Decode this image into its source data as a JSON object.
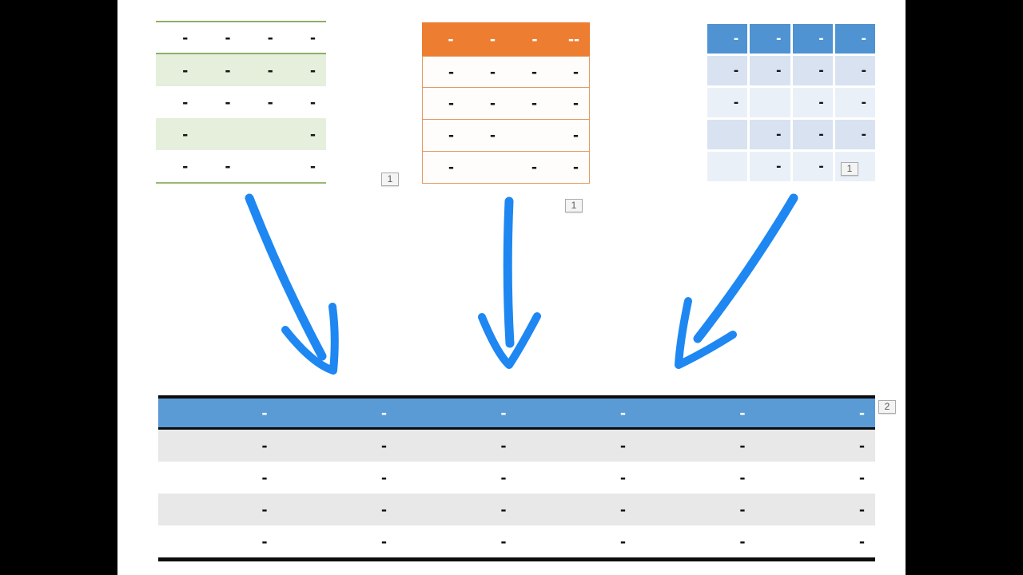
{
  "canvas": {
    "letterbox_color": "#000000",
    "content_bg": "#ffffff",
    "arrow_color": "#1e87f2"
  },
  "badges": {
    "source_green": "1",
    "source_orange": "1",
    "source_blue": "1",
    "merged": "2"
  },
  "tables": {
    "green": {
      "colors": {
        "border": "#8fae67",
        "band": "#e5efdb"
      },
      "header": [
        "-",
        "-",
        "-",
        "-"
      ],
      "rows": [
        [
          "-",
          "-",
          "-",
          "-"
        ],
        [
          "-",
          "-",
          "-",
          "-"
        ],
        [
          "-",
          "",
          "",
          "-"
        ],
        [
          "-",
          "-",
          "",
          "-"
        ]
      ]
    },
    "orange": {
      "colors": {
        "header_bg": "#ed7d31",
        "border": "#e49a62"
      },
      "header": [
        "-",
        "-",
        "-",
        "--"
      ],
      "rows": [
        [
          "-",
          "-",
          "-",
          "-"
        ],
        [
          "-",
          "-",
          "-",
          "-"
        ],
        [
          "-",
          "-",
          "",
          "-"
        ],
        [
          "-",
          "",
          "-",
          "-"
        ]
      ]
    },
    "blue": {
      "colors": {
        "header_bg": "#4f93d2",
        "band_dark": "#d9e2f0",
        "band_light": "#eaf0f8"
      },
      "header": [
        "-",
        "-",
        "-",
        "-"
      ],
      "rows": [
        [
          "-",
          "-",
          "-",
          "-"
        ],
        [
          "-",
          "",
          "-",
          "-"
        ],
        [
          "",
          "-",
          "-",
          "-"
        ],
        [
          "",
          "-",
          "-",
          ""
        ]
      ]
    },
    "merged": {
      "colors": {
        "header_bg": "#5b9bd5",
        "band": "#e8e8e8",
        "rule": "#0d0d0d"
      },
      "header": [
        "-",
        "-",
        "-",
        "-",
        "-",
        "-"
      ],
      "rows": [
        [
          "-",
          "-",
          "-",
          "-",
          "-",
          "-"
        ],
        [
          "-",
          "-",
          "-",
          "-",
          "-",
          "-"
        ],
        [
          "-",
          "-",
          "-",
          "-",
          "-",
          "-"
        ],
        [
          "-",
          "-",
          "-",
          "-",
          "-",
          "-"
        ]
      ]
    }
  }
}
